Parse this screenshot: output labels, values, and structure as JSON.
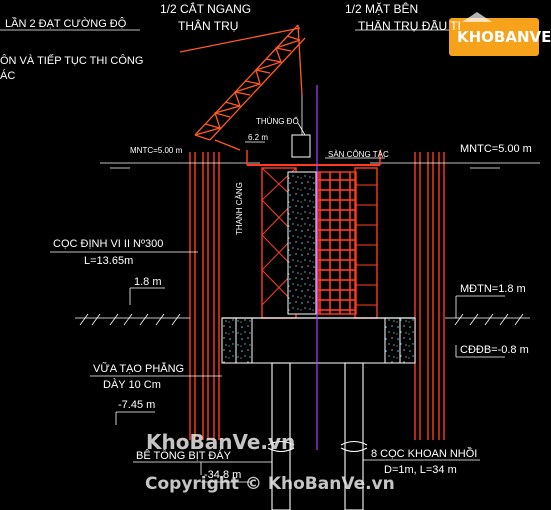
{
  "texts": {
    "t_lan2": "LẦN 2 ĐẠT CƯỜNG ĐỘ",
    "t_on": "ÔN VÀ TIẾP TỤC THI CÔNG",
    "t_ac": "ÁC",
    "t_catngang": "1/2 CẮT NGANG",
    "t_thantru": "THÂN TRỤ",
    "t_matben": "1/2 MẶT BÊN",
    "t_thantrutr": "THÂN TRỤ ĐẦU TRỤ TR",
    "t_thungdo": "THÙNG ĐỔ",
    "t_62": "6.2 m",
    "t_mntc_l": "MNTC=5.00 m",
    "t_mntc_r": "MNTC=5.00 m",
    "t_sancongtac": "SÀN CÔNG TÁC",
    "t_thanhcang": "THANH CĂNG",
    "t_coc": "CỌC ĐỊNH VI II Nº300",
    "t_l1365": "L=13.65m",
    "t_18": "1.8 m",
    "t_mdtn": "MĐTN=1.8 m",
    "t_cddb": "CĐĐB=-0.8 m",
    "t_vua": "VỮA TẠO PHẲNG",
    "t_day10": "DÀY 10 Cm",
    "t_745": "-7.45 m",
    "t_betong": "BÊ TÔNG BỊT ĐÁY",
    "t_348": "-34.8 m",
    "t_8coc": "8 CỌC KHOAN NHỒI",
    "t_d1m": "D=1m, L=34 m"
  },
  "watermarks": {
    "logo": "KHOBANVE",
    "wm1": "KhoBanVe.vn",
    "wm2": "Copyright © KhoBanVe.vn"
  },
  "colors": {
    "background": "#000000",
    "scaffold": "#ff3b1f",
    "crane": "#ff5a1f",
    "concrete_fill": "#4fd0f0",
    "axis": "#b040ff",
    "yellow": "#ffee33"
  }
}
